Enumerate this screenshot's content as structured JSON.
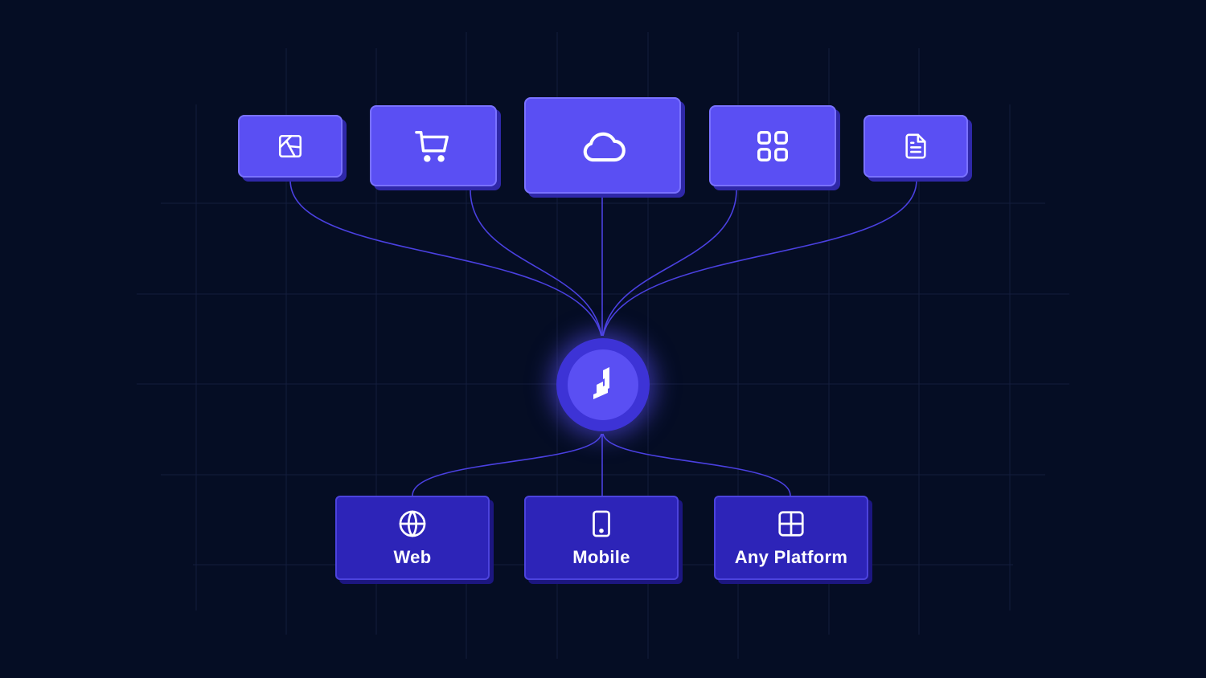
{
  "diagram": {
    "sources": [
      {
        "id": "s1",
        "icon": "design-file-icon"
      },
      {
        "id": "s2",
        "icon": "shopping-cart-icon"
      },
      {
        "id": "s3",
        "icon": "cloud-icon"
      },
      {
        "id": "s4",
        "icon": "apps-grid-icon"
      },
      {
        "id": "s5",
        "icon": "document-icon"
      }
    ],
    "hub": {
      "icon": "hub-logo-icon"
    },
    "targets": [
      {
        "id": "web",
        "label": "Web",
        "icon": "globe-icon"
      },
      {
        "id": "mobile",
        "label": "Mobile",
        "icon": "mobile-device-icon"
      },
      {
        "id": "any",
        "label": "Any Platform",
        "icon": "platform-grid-icon"
      }
    ]
  },
  "colors": {
    "background": "#050d24",
    "source_fill": "#5a4ff3",
    "target_fill": "#2d24b8",
    "connector": "#4a40e0",
    "grid": "#141d3d"
  }
}
